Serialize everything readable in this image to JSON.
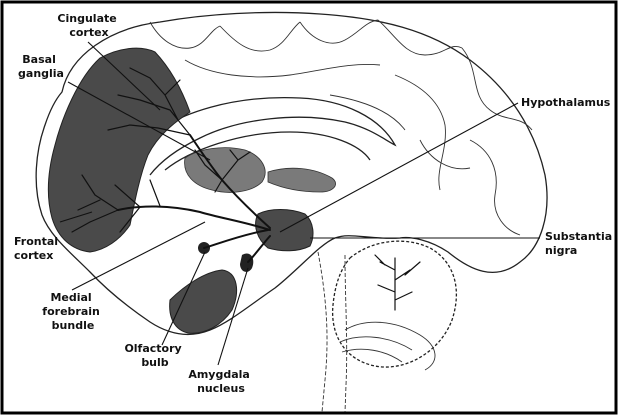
{
  "labels": {
    "cingulate_cortex": [
      "Cingulate",
      "cortex"
    ],
    "basal_ganglia": [
      "Basal",
      "ganglia"
    ],
    "hypothalamus": [
      "Hypothalamus"
    ],
    "frontal_cortex": [
      "Frontal",
      "cortex"
    ],
    "substantia_nigra": [
      "Substantia",
      "nigra"
    ],
    "medial_forebrain_bundle": [
      "Medial",
      "forebrain",
      "bundle"
    ],
    "olfactory_bulb": [
      "Olfactory",
      "bulb"
    ],
    "amygdala_nucleus": [
      "Amygdala",
      "nucleus"
    ]
  },
  "colors": {
    "frame": "#000000",
    "background": "#ffffff",
    "ink": "#111111",
    "shading": "#4a4a4a"
  }
}
